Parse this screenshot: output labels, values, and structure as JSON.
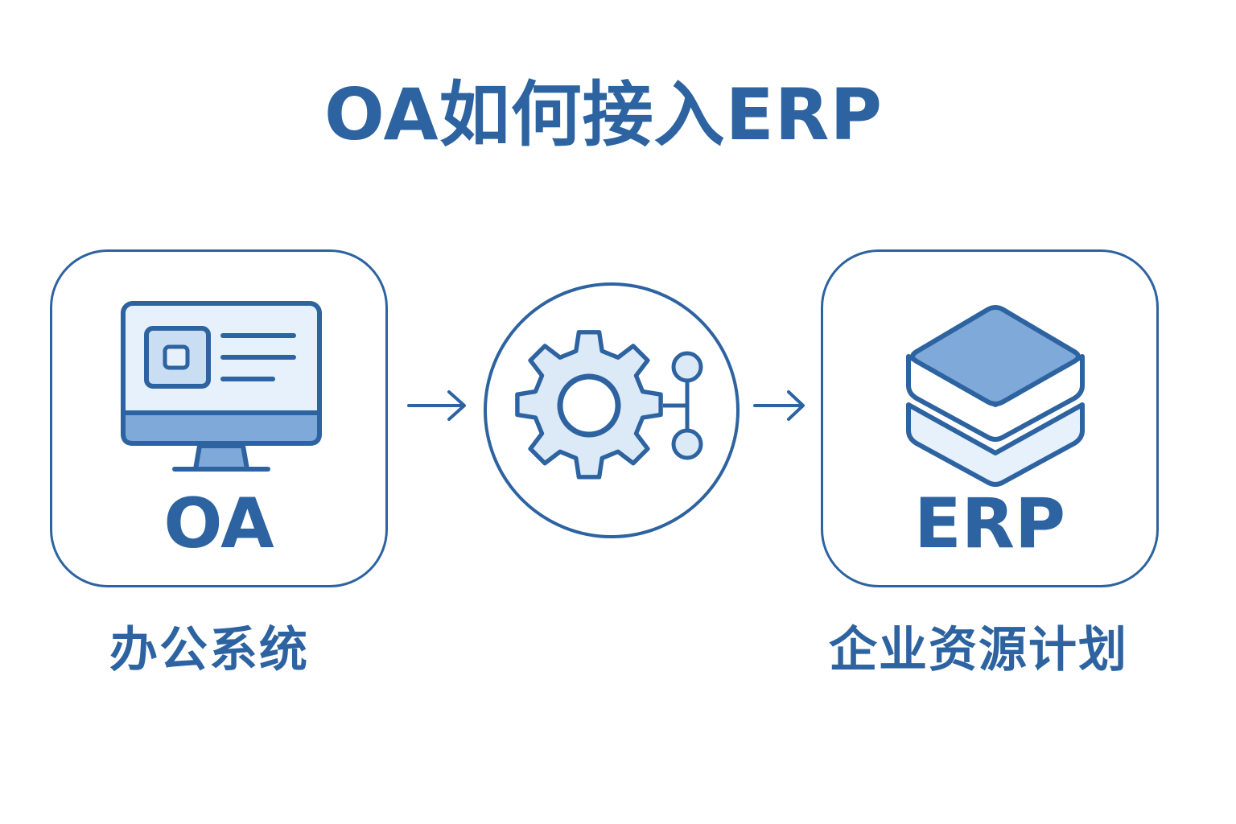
{
  "title": "OA如何接入ERP",
  "nodes": {
    "oa": {
      "label": "OA",
      "caption": "办公系统",
      "icon": "monitor-icon"
    },
    "middleware": {
      "icon": "gear-connector-icon"
    },
    "erp": {
      "label": "ERP",
      "caption": "企业资源计划",
      "icon": "database-layers-icon"
    }
  },
  "colors": {
    "primary": "#2d63a0",
    "light_fill": "#dceaf8",
    "mid_fill": "#7ea9d8",
    "background": "#ffffff"
  }
}
